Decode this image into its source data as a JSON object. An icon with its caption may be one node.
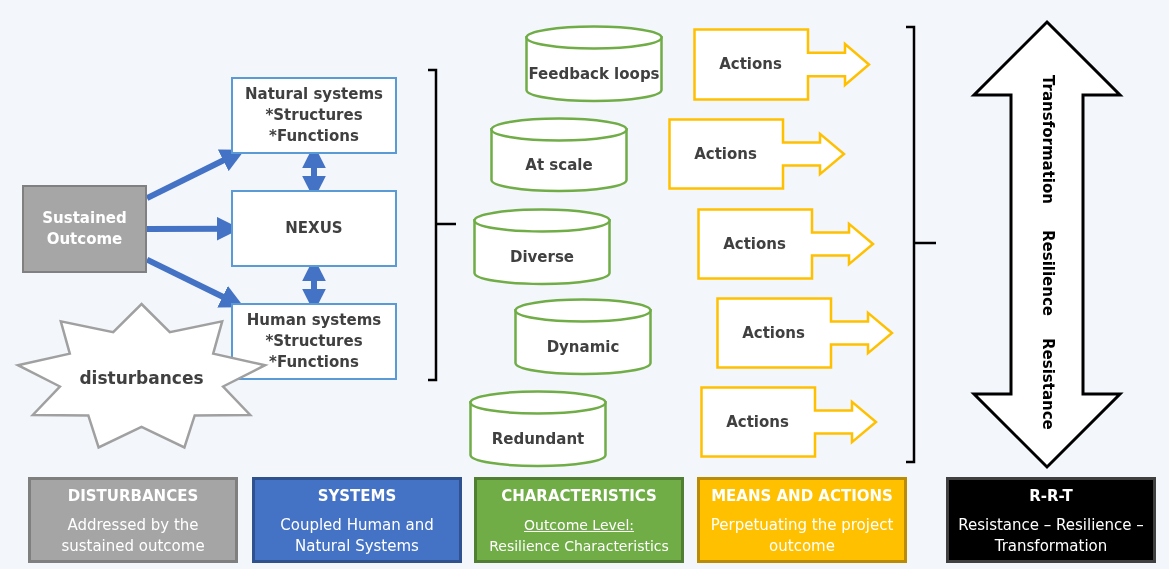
{
  "diagram": {
    "nodes": [
      {
        "text": [
          "Sustained Outcome"
        ]
      },
      {
        "text": [
          "Natural systems",
          "*Structures",
          "*Functions"
        ]
      },
      {
        "text": [
          "NEXUS"
        ]
      },
      {
        "text": [
          "Human systems",
          "*Structures",
          "*Functions"
        ]
      },
      {
        "text": [
          "disturbances"
        ]
      },
      {
        "text": [
          "Feedback loops"
        ]
      },
      {
        "text": [
          "At scale"
        ]
      },
      {
        "text": [
          "Diverse"
        ]
      },
      {
        "text": [
          "Dynamic"
        ]
      },
      {
        "text": [
          "Redundant"
        ]
      },
      {
        "text": [
          "Actions"
        ]
      },
      {
        "text": [
          "Actions"
        ]
      },
      {
        "text": [
          "Actions"
        ]
      },
      {
        "text": [
          "Actions"
        ]
      },
      {
        "text": [
          "Actions"
        ]
      },
      {
        "text": [
          "Transformation",
          "Resilience",
          "Resistance"
        ]
      },
      {
        "text": [
          "DISTURBANCES",
          "Addressed by the sustained outcome"
        ]
      },
      {
        "text": [
          "SYSTEMS",
          "Coupled Human and Natural Systems"
        ]
      },
      {
        "text": [
          "CHARACTERISTICS",
          "Outcome Level:",
          "Resilience Characteristics"
        ]
      },
      {
        "text": [
          "MEANS AND ACTIONS",
          "Perpetuating the project outcome"
        ]
      },
      {
        "text": [
          "R-R-T",
          "Resistance – Resilience – Transformation"
        ]
      }
    ],
    "edges": [
      {
        "from": 0,
        "to": 1,
        "arrow": "to"
      },
      {
        "from": 0,
        "to": 2,
        "arrow": "to"
      },
      {
        "from": 0,
        "to": 3,
        "arrow": "to"
      },
      {
        "from": 1,
        "to": 2,
        "arrow": "both"
      },
      {
        "from": 2,
        "to": 3,
        "arrow": "both"
      }
    ]
  }
}
